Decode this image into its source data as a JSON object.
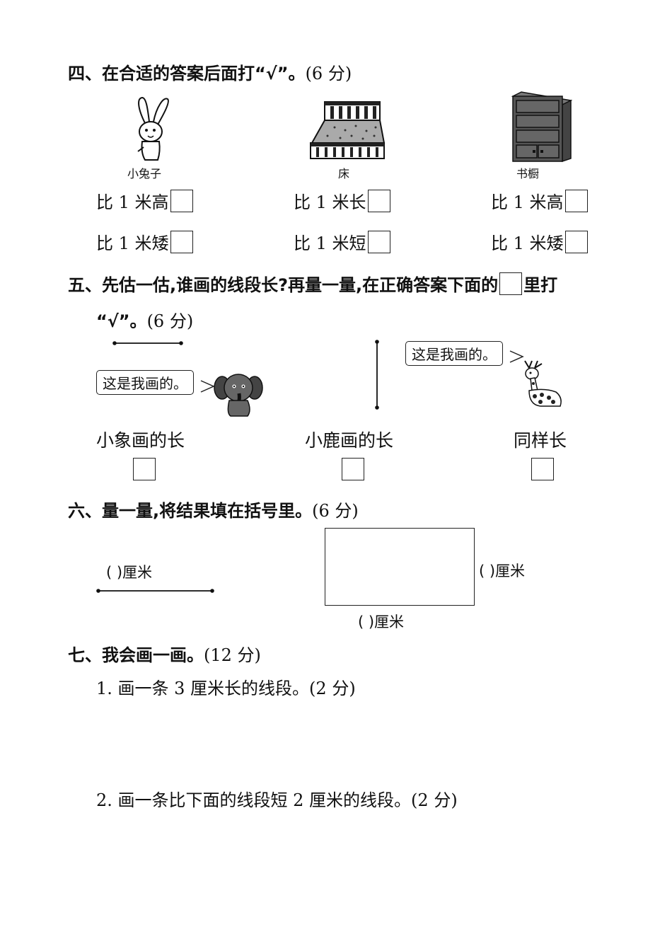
{
  "section4": {
    "heading": "四、在合适的答案后面打“√”。",
    "score": "(6 分)",
    "items": [
      {
        "caption": "小兔子",
        "icon": "rabbit-icon",
        "options": [
          "比 1 米高",
          "比 1 米矮"
        ]
      },
      {
        "caption": "床",
        "icon": "bed-icon",
        "options": [
          "比 1 米长",
          "比 1 米短"
        ]
      },
      {
        "caption": "书橱",
        "icon": "bookcase-icon",
        "options": [
          "比 1 米高",
          "比 1 米矮"
        ]
      }
    ]
  },
  "section5": {
    "heading_line1": "五、先估一估,谁画的线段长?再量一量,在正确答案下面的",
    "heading_after_box": "里打",
    "heading_line2": "“√”。",
    "score": "(6 分)",
    "elephant_bubble": "这是我画的。",
    "deer_bubble": "这是我画的。",
    "choices": [
      "小象画的长",
      "小鹿画的长",
      "同样长"
    ]
  },
  "section6": {
    "heading": "六、量一量,将结果填在括号里。",
    "score": "(6 分)",
    "segment_answer": "(       )厘米",
    "rect_right_answer": "(       )厘米",
    "rect_bottom_answer": "(       )厘米"
  },
  "section7": {
    "heading": "七、我会画一画。",
    "score": "(12 分)",
    "q1": "1. 画一条 3 厘米长的线段。(2 分)",
    "q2": "2. 画一条比下面的线段短 2 厘米的线段。(2 分)"
  }
}
